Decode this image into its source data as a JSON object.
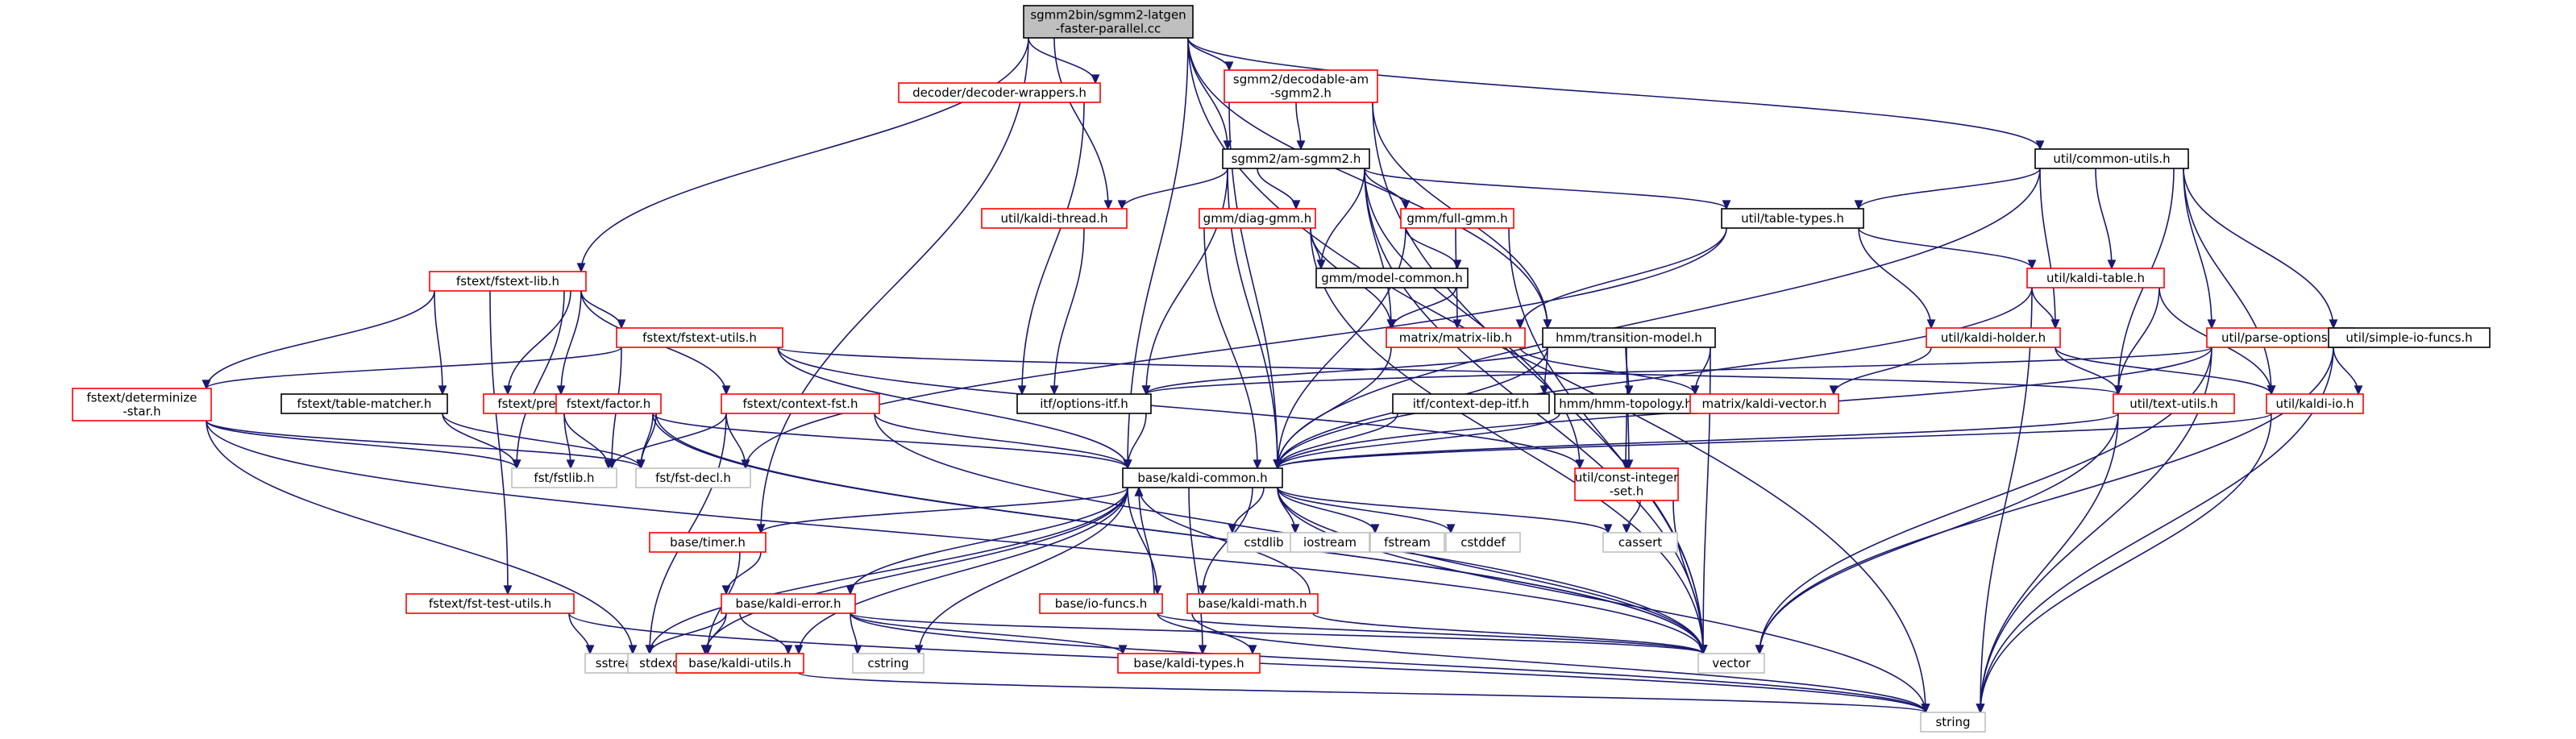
{
  "colors": {
    "root_fill": "#bfbfbf",
    "root_border": "#000000",
    "linked_border": "#ff0000",
    "plain_border": "#000000",
    "system_border": "#bfbfbf",
    "edge": "#191970"
  },
  "nodes": [
    {
      "id": "root",
      "lines": [
        "sgmm2bin/sgmm2-latgen",
        "-faster-parallel.cc"
      ],
      "style": "root"
    },
    {
      "id": "decoder_wrappers",
      "lines": [
        "decoder/decoder-wrappers.h"
      ],
      "style": "linked"
    },
    {
      "id": "decodable_am_sgmm2",
      "lines": [
        "sgmm2/decodable-am",
        "-sgmm2.h"
      ],
      "style": "linked"
    },
    {
      "id": "common_utils",
      "lines": [
        "util/common-utils.h"
      ],
      "style": "plain"
    },
    {
      "id": "am_sgmm2",
      "lines": [
        "sgmm2/am-sgmm2.h"
      ],
      "style": "plain"
    },
    {
      "id": "kaldi_thread",
      "lines": [
        "util/kaldi-thread.h"
      ],
      "style": "linked"
    },
    {
      "id": "diag_gmm",
      "lines": [
        "gmm/diag-gmm.h"
      ],
      "style": "linked"
    },
    {
      "id": "full_gmm",
      "lines": [
        "gmm/full-gmm.h"
      ],
      "style": "linked"
    },
    {
      "id": "table_types",
      "lines": [
        "util/table-types.h"
      ],
      "style": "plain"
    },
    {
      "id": "model_common",
      "lines": [
        "gmm/model-common.h"
      ],
      "style": "plain"
    },
    {
      "id": "kaldi_table",
      "lines": [
        "util/kaldi-table.h"
      ],
      "style": "linked"
    },
    {
      "id": "fstext_lib",
      "lines": [
        "fstext/fstext-lib.h"
      ],
      "style": "linked"
    },
    {
      "id": "fstext_utils",
      "lines": [
        "fstext/fstext-utils.h"
      ],
      "style": "linked"
    },
    {
      "id": "matrix_lib",
      "lines": [
        "matrix/matrix-lib.h"
      ],
      "style": "linked"
    },
    {
      "id": "transition_model",
      "lines": [
        "hmm/transition-model.h"
      ],
      "style": "plain"
    },
    {
      "id": "kaldi_holder",
      "lines": [
        "util/kaldi-holder.h"
      ],
      "style": "linked"
    },
    {
      "id": "parse_options",
      "lines": [
        "util/parse-options.h"
      ],
      "style": "linked"
    },
    {
      "id": "simple_io_funcs",
      "lines": [
        "util/simple-io-funcs.h"
      ],
      "style": "plain"
    },
    {
      "id": "determinize_star",
      "lines": [
        "fstext/determinize",
        "-star.h"
      ],
      "style": "linked"
    },
    {
      "id": "table_matcher",
      "lines": [
        "fstext/table-matcher.h"
      ],
      "style": "plain"
    },
    {
      "id": "pre_determinize",
      "lines": [
        "fstext/pre-determinize.h"
      ],
      "style": "linked"
    },
    {
      "id": "factor",
      "lines": [
        "fstext/factor.h"
      ],
      "style": "linked"
    },
    {
      "id": "context_fst",
      "lines": [
        "fstext/context-fst.h"
      ],
      "style": "linked"
    },
    {
      "id": "options_itf",
      "lines": [
        "itf/options-itf.h"
      ],
      "style": "plain"
    },
    {
      "id": "context_dep_itf",
      "lines": [
        "itf/context-dep-itf.h"
      ],
      "style": "plain"
    },
    {
      "id": "hmm_topology",
      "lines": [
        "hmm/hmm-topology.h"
      ],
      "style": "plain"
    },
    {
      "id": "kaldi_vector",
      "lines": [
        "matrix/kaldi-vector.h"
      ],
      "style": "linked"
    },
    {
      "id": "text_utils",
      "lines": [
        "util/text-utils.h"
      ],
      "style": "linked"
    },
    {
      "id": "kaldi_io",
      "lines": [
        "util/kaldi-io.h"
      ],
      "style": "linked"
    },
    {
      "id": "fstlib",
      "lines": [
        "fst/fstlib.h"
      ],
      "style": "system"
    },
    {
      "id": "fst_decl",
      "lines": [
        "fst/fst-decl.h"
      ],
      "style": "system"
    },
    {
      "id": "kaldi_common",
      "lines": [
        "base/kaldi-common.h"
      ],
      "style": "plain"
    },
    {
      "id": "const_integer_set",
      "lines": [
        "util/const-integer",
        "-set.h"
      ],
      "style": "linked"
    },
    {
      "id": "timer",
      "lines": [
        "base/timer.h"
      ],
      "style": "linked"
    },
    {
      "id": "cstdlib",
      "lines": [
        "cstdlib"
      ],
      "style": "system"
    },
    {
      "id": "iostream",
      "lines": [
        "iostream"
      ],
      "style": "system"
    },
    {
      "id": "fstream",
      "lines": [
        "fstream"
      ],
      "style": "system"
    },
    {
      "id": "cstddef",
      "lines": [
        "cstddef"
      ],
      "style": "system"
    },
    {
      "id": "cassert",
      "lines": [
        "cassert"
      ],
      "style": "system"
    },
    {
      "id": "io_funcs",
      "lines": [
        "base/io-funcs.h"
      ],
      "style": "linked"
    },
    {
      "id": "kaldi_math",
      "lines": [
        "base/kaldi-math.h"
      ],
      "style": "linked"
    },
    {
      "id": "fst_test_utils",
      "lines": [
        "fstext/fst-test-utils.h"
      ],
      "style": "linked"
    },
    {
      "id": "kaldi_error",
      "lines": [
        "base/kaldi-error.h"
      ],
      "style": "linked"
    },
    {
      "id": "sstream",
      "lines": [
        "sstream"
      ],
      "style": "system"
    },
    {
      "id": "stdexcept",
      "lines": [
        "stdexcept"
      ],
      "style": "system"
    },
    {
      "id": "kaldi_utils",
      "lines": [
        "base/kaldi-utils.h"
      ],
      "style": "linked"
    },
    {
      "id": "cstring",
      "lines": [
        "cstring"
      ],
      "style": "system"
    },
    {
      "id": "kaldi_types",
      "lines": [
        "base/kaldi-types.h"
      ],
      "style": "linked"
    },
    {
      "id": "vector",
      "lines": [
        "vector"
      ],
      "style": "system"
    },
    {
      "id": "string",
      "lines": [
        "string"
      ],
      "style": "system"
    }
  ],
  "edges": [
    [
      "root",
      "decoder_wrappers"
    ],
    [
      "root",
      "decodable_am_sgmm2"
    ],
    [
      "root",
      "common_utils"
    ],
    [
      "root",
      "am_sgmm2"
    ],
    [
      "root",
      "kaldi_thread"
    ],
    [
      "root",
      "fstext_lib"
    ],
    [
      "root",
      "transition_model"
    ],
    [
      "root",
      "kaldi_common"
    ],
    [
      "root",
      "timer"
    ],
    [
      "root",
      "string"
    ],
    [
      "decoder_wrappers",
      "options_itf"
    ],
    [
      "decodable_am_sgmm2",
      "am_sgmm2"
    ],
    [
      "decodable_am_sgmm2",
      "transition_model"
    ],
    [
      "decodable_am_sgmm2",
      "kaldi_common"
    ],
    [
      "decodable_am_sgmm2",
      "vector"
    ],
    [
      "common_utils",
      "table_types"
    ],
    [
      "common_utils",
      "kaldi_table"
    ],
    [
      "common_utils",
      "kaldi_holder"
    ],
    [
      "common_utils",
      "parse_options"
    ],
    [
      "common_utils",
      "simple_io_funcs"
    ],
    [
      "common_utils",
      "text_utils"
    ],
    [
      "common_utils",
      "kaldi_io"
    ],
    [
      "common_utils",
      "kaldi_common"
    ],
    [
      "am_sgmm2",
      "kaldi_thread"
    ],
    [
      "am_sgmm2",
      "diag_gmm"
    ],
    [
      "am_sgmm2",
      "full_gmm"
    ],
    [
      "am_sgmm2",
      "model_common"
    ],
    [
      "am_sgmm2",
      "table_types"
    ],
    [
      "am_sgmm2",
      "matrix_lib"
    ],
    [
      "am_sgmm2",
      "options_itf"
    ],
    [
      "am_sgmm2",
      "kaldi_common"
    ],
    [
      "am_sgmm2",
      "vector"
    ],
    [
      "am_sgmm2",
      "const_integer_set"
    ],
    [
      "kaldi_thread",
      "options_itf"
    ],
    [
      "diag_gmm",
      "model_common"
    ],
    [
      "diag_gmm",
      "matrix_lib"
    ],
    [
      "diag_gmm",
      "kaldi_common"
    ],
    [
      "diag_gmm",
      "vector"
    ],
    [
      "full_gmm",
      "model_common"
    ],
    [
      "full_gmm",
      "matrix_lib"
    ],
    [
      "full_gmm",
      "kaldi_common"
    ],
    [
      "full_gmm",
      "vector"
    ],
    [
      "table_types",
      "kaldi_table"
    ],
    [
      "table_types",
      "kaldi_holder"
    ],
    [
      "table_types",
      "matrix_lib"
    ],
    [
      "table_types",
      "fst_decl"
    ],
    [
      "model_common",
      "matrix_lib"
    ],
    [
      "kaldi_table",
      "kaldi_holder"
    ],
    [
      "kaldi_table",
      "text_utils"
    ],
    [
      "kaldi_table",
      "kaldi_io"
    ],
    [
      "kaldi_table",
      "kaldi_common"
    ],
    [
      "kaldi_table",
      "string"
    ],
    [
      "fstext_lib",
      "fstext_utils"
    ],
    [
      "fstext_lib",
      "determinize_star"
    ],
    [
      "fstext_lib",
      "table_matcher"
    ],
    [
      "fstext_lib",
      "pre_determinize"
    ],
    [
      "fstext_lib",
      "factor"
    ],
    [
      "fstext_lib",
      "context_fst"
    ],
    [
      "fstext_lib",
      "fst_test_utils"
    ],
    [
      "fstext_lib",
      "fstlib"
    ],
    [
      "fstext_utils",
      "determinize_star"
    ],
    [
      "fstext_utils",
      "fstlib"
    ],
    [
      "fstext_utils",
      "kaldi_common"
    ],
    [
      "fstext_utils",
      "text_utils"
    ],
    [
      "fstext_utils",
      "const_integer_set"
    ],
    [
      "matrix_lib",
      "kaldi_vector"
    ],
    [
      "matrix_lib",
      "kaldi_common"
    ],
    [
      "transition_model",
      "context_dep_itf"
    ],
    [
      "transition_model",
      "hmm_topology"
    ],
    [
      "transition_model",
      "kaldi_vector"
    ],
    [
      "transition_model",
      "const_integer_set"
    ],
    [
      "transition_model",
      "kaldi_common"
    ],
    [
      "transition_model",
      "options_itf"
    ],
    [
      "transition_model",
      "vector"
    ],
    [
      "kaldi_holder",
      "kaldi_io"
    ],
    [
      "kaldi_holder",
      "text_utils"
    ],
    [
      "kaldi_holder",
      "kaldi_vector"
    ],
    [
      "parse_options",
      "options_itf"
    ],
    [
      "parse_options",
      "kaldi_common"
    ],
    [
      "parse_options",
      "vector"
    ],
    [
      "parse_options",
      "string"
    ],
    [
      "simple_io_funcs",
      "kaldi_io"
    ],
    [
      "simple_io_funcs",
      "vector"
    ],
    [
      "simple_io_funcs",
      "string"
    ],
    [
      "determinize_star",
      "fstlib"
    ],
    [
      "determinize_star",
      "fst_decl"
    ],
    [
      "determinize_star",
      "stdexcept"
    ],
    [
      "determinize_star",
      "vector"
    ],
    [
      "table_matcher",
      "fstlib"
    ],
    [
      "table_matcher",
      "fst_decl"
    ],
    [
      "pre_determinize",
      "fstlib"
    ],
    [
      "pre_determinize",
      "fst_decl"
    ],
    [
      "pre_determinize",
      "kaldi_common"
    ],
    [
      "pre_determinize",
      "vector"
    ],
    [
      "factor",
      "fstlib"
    ],
    [
      "factor",
      "fst_decl"
    ],
    [
      "factor",
      "vector"
    ],
    [
      "context_fst",
      "fstlib"
    ],
    [
      "context_fst",
      "fst_decl"
    ],
    [
      "context_fst",
      "kaldi_common"
    ],
    [
      "context_fst",
      "sstream"
    ],
    [
      "context_fst",
      "vector"
    ],
    [
      "options_itf",
      "kaldi_common"
    ],
    [
      "context_dep_itf",
      "kaldi_common"
    ],
    [
      "hmm_topology",
      "kaldi_common"
    ],
    [
      "hmm_topology",
      "const_integer_set"
    ],
    [
      "text_utils",
      "kaldi_common"
    ],
    [
      "text_utils",
      "vector"
    ],
    [
      "text_utils",
      "string"
    ],
    [
      "kaldi_io",
      "kaldi_common"
    ],
    [
      "kaldi_io",
      "string"
    ],
    [
      "kaldi_common",
      "cstdlib"
    ],
    [
      "kaldi_common",
      "iostream"
    ],
    [
      "kaldi_common",
      "fstream"
    ],
    [
      "kaldi_common",
      "cstddef"
    ],
    [
      "kaldi_common",
      "cassert"
    ],
    [
      "kaldi_common",
      "io_funcs"
    ],
    [
      "kaldi_common",
      "kaldi_math"
    ],
    [
      "kaldi_common",
      "kaldi_error"
    ],
    [
      "kaldi_common",
      "kaldi_utils"
    ],
    [
      "kaldi_common",
      "timer"
    ],
    [
      "kaldi_common",
      "kaldi_types"
    ],
    [
      "kaldi_common",
      "sstream"
    ],
    [
      "kaldi_common",
      "stdexcept"
    ],
    [
      "kaldi_common",
      "cstring"
    ],
    [
      "kaldi_common",
      "vector"
    ],
    [
      "kaldi_common",
      "string"
    ],
    [
      "const_integer_set",
      "cassert"
    ],
    [
      "const_integer_set",
      "vector"
    ],
    [
      "timer",
      "kaldi_error"
    ],
    [
      "timer",
      "kaldi_utils"
    ],
    [
      "io_funcs",
      "kaldi_common"
    ],
    [
      "io_funcs",
      "vector"
    ],
    [
      "io_funcs",
      "string"
    ],
    [
      "kaldi_math",
      "kaldi_common"
    ],
    [
      "kaldi_math",
      "kaldi_types"
    ],
    [
      "kaldi_math",
      "vector"
    ],
    [
      "fst_test_utils",
      "sstream"
    ],
    [
      "fst_test_utils",
      "string"
    ],
    [
      "kaldi_error",
      "kaldi_types"
    ],
    [
      "kaldi_error",
      "kaldi_utils"
    ],
    [
      "kaldi_error",
      "sstream"
    ],
    [
      "kaldi_error",
      "stdexcept"
    ],
    [
      "kaldi_error",
      "cstring"
    ],
    [
      "kaldi_error",
      "vector"
    ],
    [
      "kaldi_error",
      "string"
    ],
    [
      "kaldi_utils",
      "string"
    ]
  ]
}
